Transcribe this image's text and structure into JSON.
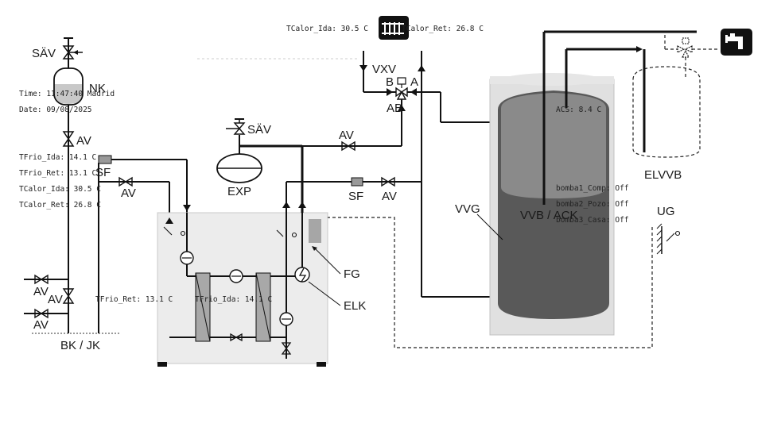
{
  "labels": {
    "sav_top": "SÄV",
    "nk": "NK",
    "av_left": "AV",
    "sf_left": "SF",
    "av_mid": "AV",
    "av_b1": "AV",
    "av_b2": "AV",
    "av_b3": "AV",
    "bk_jk": "BK / JK",
    "sav_exp": "SÄV",
    "exp": "EXP",
    "av_exp": "AV",
    "sf_right": "SF",
    "av_right": "AV",
    "vxv": "VXV",
    "port_b": "B",
    "port_a": "A",
    "port_ab": "AB",
    "vvg": "VVG",
    "vvb": "VVB / ACK",
    "elvvb": "ELVVB",
    "ug": "UG",
    "fg": "FG",
    "elk": "ELK"
  },
  "readouts": {
    "time": "Time: 11:47:40 Madrid",
    "date": "Date: 09/08/2025",
    "tfrio_ida": "TFrio_Ida: 14.1 C",
    "tfrio_ret": "TFrio_Ret: 13.1 C",
    "tcalor_ida": "TCalor_Ida: 30.5 C",
    "tcalor_ret": "TCalor_Ret: 26.8 C",
    "top_tcalor_ida": "TCalor_Ida: 30.5 C",
    "top_tcalor_ret": "TCalor_Ret: 26.8 C",
    "acs": "ACS: 8.4 C",
    "bomba1": "bomba1_Comp: Off",
    "bomba2": "bomba2_Pozo: Off",
    "bomba3": "bomba3_Casa: Off",
    "unit_tfrio_ret": "TFrio_Ret: 13.1 C",
    "unit_tfrio_ida": "TFrio_Ida: 14.1 C"
  },
  "icons": {
    "radiator": "radiator-icon",
    "tap": "water-tap-icon"
  }
}
